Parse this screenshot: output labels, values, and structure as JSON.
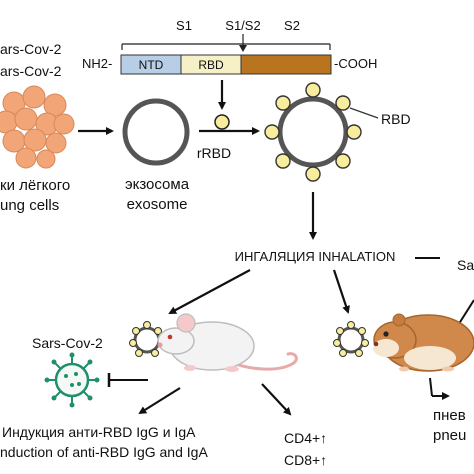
{
  "protein": {
    "nh2": "NH2-",
    "cooh": "-COOH",
    "ntd": "NTD",
    "rbd": "RBD",
    "s1": "S1",
    "s1s2": "S1/S2",
    "s2": "S2"
  },
  "left_labels": {
    "line1": "ars-Cov-2",
    "line2": "ars-Cov-2",
    "cells_ru": "ки лёгкого",
    "cells_en": "ung cells"
  },
  "exosome": {
    "ru": "экзосома",
    "en": "exosome"
  },
  "rrbd": "rRBD",
  "rbd_callout": "RBD",
  "inhalation": "ИНГАЛЯЦИЯ INHALATION",
  "sars_left": "Sars-Cov-2",
  "sars_right": "Sa",
  "induction_ru": "Индукция анти-RBD IgG и IgA",
  "induction_en": "nduction of anti-RBD IgG and IgA",
  "cd4": "CD4+↑",
  "cd8": "CD8+↑",
  "pneu_ru": "пнев",
  "pneu_en": "pneu",
  "colors": {
    "ntd": "#b8cde6",
    "rbd": "#f5f0c6",
    "s2": "#b8741f",
    "cells": "#f2a577",
    "rbd_bead": "#f7ed9c",
    "virus": "#1f8f6c",
    "hamster": "#d0894a"
  }
}
